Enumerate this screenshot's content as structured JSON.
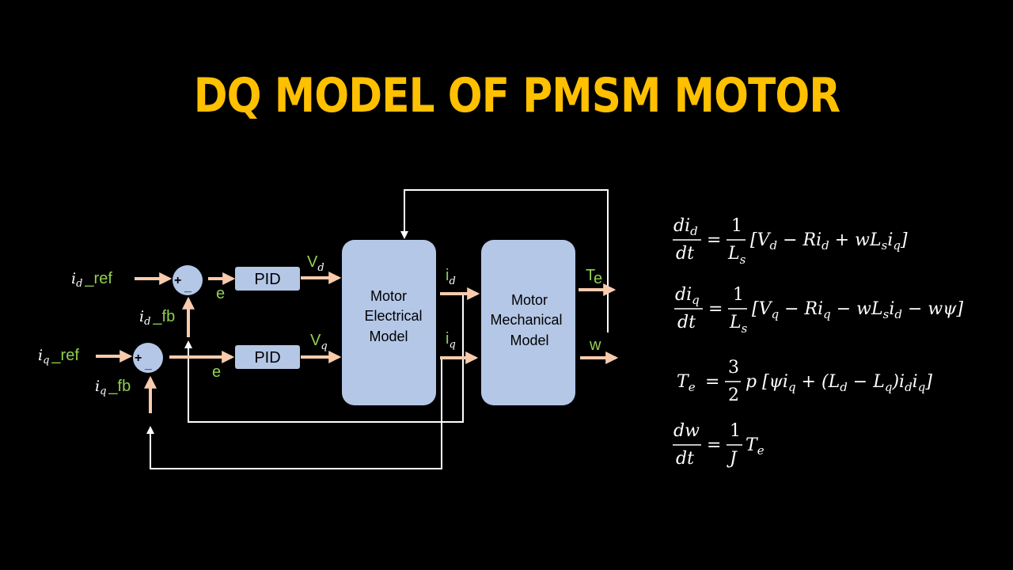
{
  "title": "DQ MODEL OF PMSM MOTOR",
  "colors": {
    "background": "#000000",
    "title": "#ffc000",
    "block_fill": "#b4c7e7",
    "arrow_signal": "#f8cbad",
    "label_green": "#92d050",
    "feedback_line": "#ffffff"
  },
  "diagram": {
    "inputs": {
      "id_ref": {
        "var": "i",
        "sub": "d",
        "suffix": "_ref"
      },
      "iq_ref": {
        "var": "i",
        "sub": "q",
        "suffix": "_ref"
      },
      "id_fb": {
        "var": "i",
        "sub": "d",
        "suffix": "_fb"
      },
      "iq_fb": {
        "var": "i",
        "sub": "q",
        "suffix": "_fb"
      }
    },
    "summer": {
      "plus": "+",
      "minus": "_"
    },
    "error_label": "e",
    "pid_label": "PID",
    "vd": {
      "var": "V",
      "sub": "d"
    },
    "vq": {
      "var": "V",
      "sub": "q"
    },
    "electrical_block": [
      "Motor",
      "Electrical",
      "Model"
    ],
    "mechanical_block": [
      "Motor",
      "Mechanical",
      "Model"
    ],
    "id_out": {
      "var": "i",
      "sub": "d"
    },
    "iq_out": {
      "var": "i",
      "sub": "q"
    },
    "te_out": {
      "var": "T",
      "sub": "e"
    },
    "w_out": "w"
  },
  "equations": {
    "eq1": {
      "lhs_num": "di",
      "lhs_num_sub": "d",
      "lhs_den": "dt",
      "eq": "=",
      "frac_num": "1",
      "frac_den": "L",
      "frac_den_sub": "s",
      "rhs": "[V",
      "rhs_parts": [
        "d",
        " − Ri",
        "d",
        " + wL",
        "s",
        "i",
        "q",
        "]"
      ]
    },
    "eq2": {
      "lhs_num": "di",
      "lhs_num_sub": "q",
      "lhs_den": "dt",
      "eq": "=",
      "frac_num": "1",
      "frac_den": "L",
      "frac_den_sub": "s",
      "rhs_parts": [
        "[V",
        "q",
        " − Ri",
        "q",
        " − wL",
        "s",
        "i",
        "d",
        "  − wψ]"
      ]
    },
    "eq3": {
      "lhs": "T",
      "lhs_sub": "e",
      "eq": "=",
      "frac_num": "3",
      "frac_den": "2",
      "rhs_parts": [
        "p [ψi",
        "q",
        " + (L",
        "d",
        "  − L",
        "q",
        ")i",
        "d",
        "i",
        "q",
        "]"
      ]
    },
    "eq4": {
      "lhs_num": "dw",
      "lhs_den": "dt",
      "eq": "=",
      "frac_num": "1",
      "frac_den": "J",
      "rhs": "T",
      "rhs_sub": "e"
    }
  }
}
